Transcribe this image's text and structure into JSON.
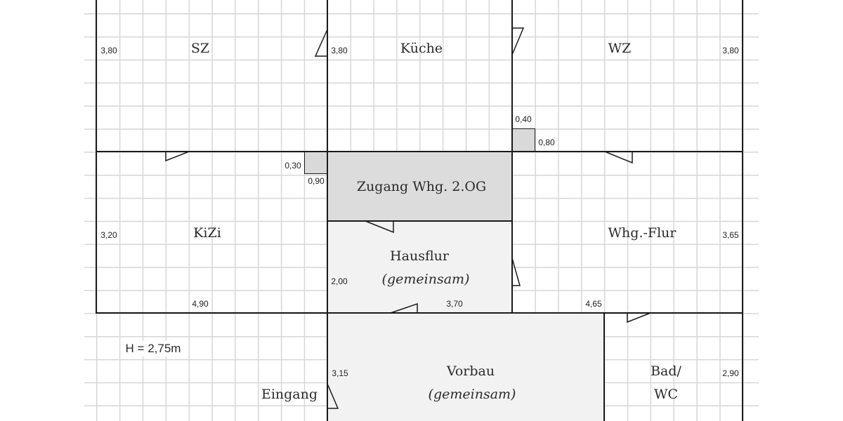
{
  "floorplan": {
    "ceiling_height": "H = 2,75m",
    "rooms": [
      {
        "id": "sz",
        "label": "SZ",
        "dim_label": "3,80"
      },
      {
        "id": "kueche",
        "label": "Küche",
        "dim_label": "3,80"
      },
      {
        "id": "wz",
        "label": "WZ",
        "dim_label": "3,80"
      },
      {
        "id": "kizi",
        "label": "KiZi",
        "dim_label": "3,20",
        "dim_width": "4,90"
      },
      {
        "id": "zugang",
        "label": "Zugang Whg. 2.OG"
      },
      {
        "id": "hausflur",
        "label": "Hausflur",
        "sublabel": "(gemeinsam)",
        "dim_label": "2,00",
        "dim_width": "3,70"
      },
      {
        "id": "whg_flur",
        "label": "Whg.-Flur",
        "dim_label": "3,65",
        "dim_width": "4,65"
      },
      {
        "id": "vorbau",
        "label": "Vorbau",
        "sublabel": "(gemeinsam)",
        "dim_label": "3,15"
      },
      {
        "id": "bad_wc",
        "label": "Bad/",
        "label2": "WC",
        "dim_label": "2,90"
      },
      {
        "id": "eingang",
        "label": "Eingang"
      }
    ],
    "pillars": [
      {
        "id": "pillar-left",
        "dim_a": "0,30",
        "dim_b": "0,90"
      },
      {
        "id": "pillar-right",
        "dim_a": "0,40",
        "dim_b": "0,80"
      }
    ],
    "colors": {
      "wall": "#1a1a1a",
      "grid": "#d6d6d6",
      "shared_area": "#f2f2f2",
      "zugang": "#dcdcdc",
      "pillar": "#d9d9d9"
    }
  }
}
